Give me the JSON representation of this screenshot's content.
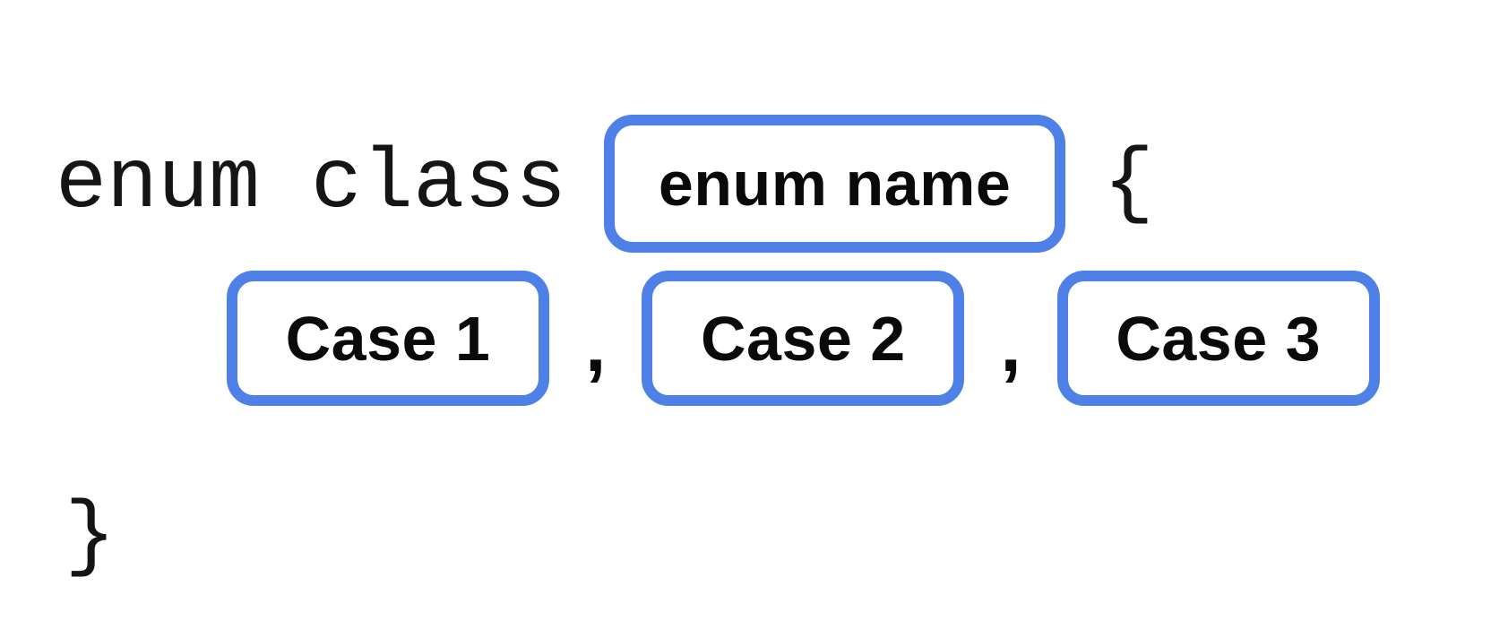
{
  "diagram": {
    "title_hint": "enum class syntax diagram",
    "line1": {
      "keyword": "enum class",
      "open_brace": "{"
    },
    "enum_name_label": "enum name",
    "cases": [
      "Case 1",
      "Case 2",
      "Case 3"
    ],
    "separator": ",",
    "close_brace": "}"
  },
  "colors": {
    "background": "#ffffff",
    "placeholder_border": "#4E80E8",
    "text": "#111111"
  }
}
